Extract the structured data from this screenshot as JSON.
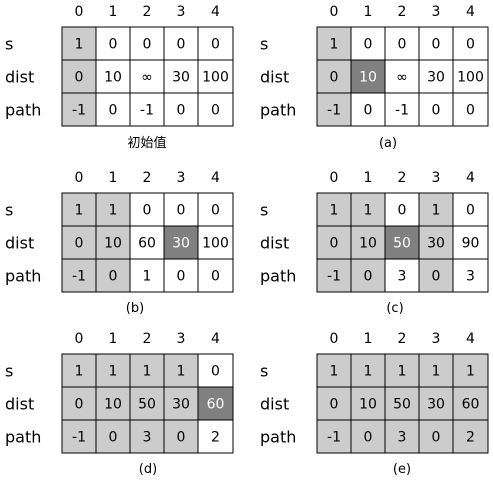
{
  "colors": {
    "cell_white": "#ffffff",
    "cell_light": "#cccccc",
    "cell_dark": "#808080",
    "border": "#000000",
    "text_dark": "#000000",
    "text_on_dark": "#ffffff"
  },
  "column_headers": [
    "0",
    "1",
    "2",
    "3",
    "4"
  ],
  "row_labels": [
    "s",
    "dist",
    "path"
  ],
  "panels": [
    {
      "caption": "初始值",
      "rows": [
        [
          "1",
          "0",
          "0",
          "0",
          "0"
        ],
        [
          "0",
          "10",
          "∞",
          "30",
          "100"
        ],
        [
          "-1",
          "0",
          "-1",
          "0",
          "0"
        ]
      ],
      "shade": [
        [
          "light",
          "white",
          "white",
          "white",
          "white"
        ],
        [
          "light",
          "white",
          "white",
          "white",
          "white"
        ],
        [
          "light",
          "white",
          "white",
          "white",
          "white"
        ]
      ]
    },
    {
      "caption": "(a)",
      "rows": [
        [
          "1",
          "0",
          "0",
          "0",
          "0"
        ],
        [
          "0",
          "10",
          "∞",
          "30",
          "100"
        ],
        [
          "-1",
          "0",
          "-1",
          "0",
          "0"
        ]
      ],
      "shade": [
        [
          "light",
          "white",
          "white",
          "white",
          "white"
        ],
        [
          "light",
          "dark",
          "white",
          "white",
          "white"
        ],
        [
          "light",
          "white",
          "white",
          "white",
          "white"
        ]
      ]
    },
    {
      "caption": "(b)",
      "rows": [
        [
          "1",
          "1",
          "0",
          "0",
          "0"
        ],
        [
          "0",
          "10",
          "60",
          "30",
          "100"
        ],
        [
          "-1",
          "0",
          "1",
          "0",
          "0"
        ]
      ],
      "shade": [
        [
          "light",
          "light",
          "white",
          "white",
          "white"
        ],
        [
          "light",
          "light",
          "white",
          "dark",
          "white"
        ],
        [
          "light",
          "light",
          "white",
          "white",
          "white"
        ]
      ]
    },
    {
      "caption": "(c)",
      "rows": [
        [
          "1",
          "1",
          "0",
          "1",
          "0"
        ],
        [
          "0",
          "10",
          "50",
          "30",
          "90"
        ],
        [
          "-1",
          "0",
          "3",
          "0",
          "3"
        ]
      ],
      "shade": [
        [
          "light",
          "light",
          "white",
          "light",
          "white"
        ],
        [
          "light",
          "light",
          "dark",
          "light",
          "white"
        ],
        [
          "light",
          "light",
          "white",
          "light",
          "white"
        ]
      ]
    },
    {
      "caption": "(d)",
      "rows": [
        [
          "1",
          "1",
          "1",
          "1",
          "0"
        ],
        [
          "0",
          "10",
          "50",
          "30",
          "60"
        ],
        [
          "-1",
          "0",
          "3",
          "0",
          "2"
        ]
      ],
      "shade": [
        [
          "light",
          "light",
          "light",
          "light",
          "white"
        ],
        [
          "light",
          "light",
          "light",
          "light",
          "dark"
        ],
        [
          "light",
          "light",
          "light",
          "light",
          "white"
        ]
      ]
    },
    {
      "caption": "(e)",
      "rows": [
        [
          "1",
          "1",
          "1",
          "1",
          "1"
        ],
        [
          "0",
          "10",
          "50",
          "30",
          "60"
        ],
        [
          "-1",
          "0",
          "3",
          "0",
          "2"
        ]
      ],
      "shade": [
        [
          "light",
          "light",
          "light",
          "light",
          "light"
        ],
        [
          "light",
          "light",
          "light",
          "light",
          "light"
        ],
        [
          "light",
          "light",
          "light",
          "light",
          "light"
        ]
      ]
    }
  ]
}
